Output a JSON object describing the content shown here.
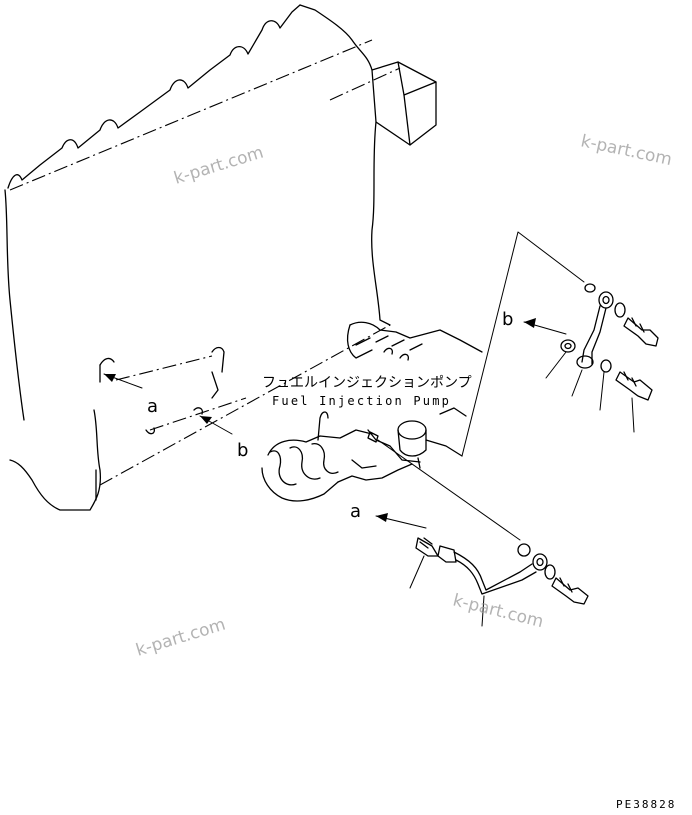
{
  "diagram": {
    "part_label_jp": "フュエルインジェクションポンプ",
    "part_label_en": "Fuel Injection Pump",
    "callouts": {
      "a_left": "a",
      "b_left": "b",
      "a_right": "a",
      "b_right": "b"
    },
    "watermarks": [
      "k-part.com",
      "k-part.com",
      "k-part.com",
      "k-part.com"
    ],
    "figure_code": "PE38828"
  }
}
